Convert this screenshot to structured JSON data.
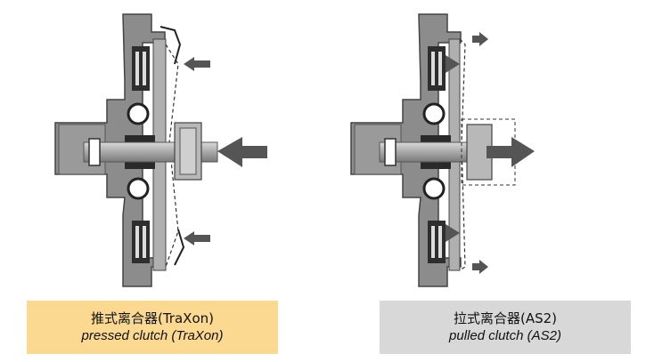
{
  "captions": {
    "left": {
      "zh": "推式离合器(TraXon)",
      "en": "pressed clutch (TraXon)"
    },
    "right": {
      "zh": "拉式离合器(AS2)",
      "en": "pulled clutch (AS2)"
    }
  },
  "colors": {
    "left_caption_bg": "#fbd991",
    "right_caption_bg": "#d8d8d8",
    "housing": "#8c8c8c",
    "dark_part": "#3a3a3a",
    "arrow": "#555555"
  },
  "icons": [
    "left-arrow-icon",
    "right-arrow-icon"
  ]
}
